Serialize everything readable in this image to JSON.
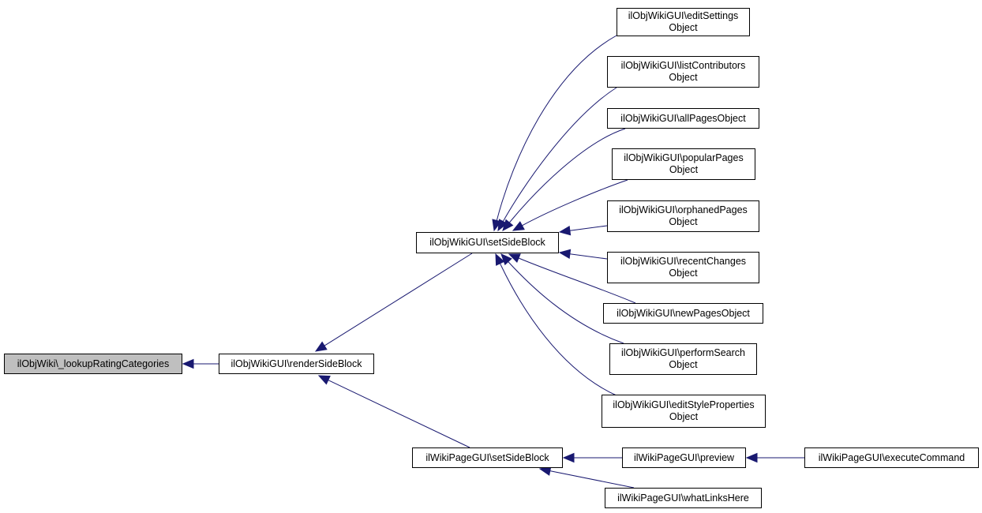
{
  "diagram": {
    "type": "call-graph",
    "edge_color": "#191970",
    "focus_fill": "#bfbfbf",
    "nodes": {
      "lookup": {
        "lines": [
          "ilObjWiki\\_lookupRatingCategories"
        ],
        "focus": true
      },
      "renderSideBlock": {
        "lines": [
          "ilObjWikiGUI\\renderSideBlock"
        ]
      },
      "objSetSideBlock": {
        "lines": [
          "ilObjWikiGUI\\setSideBlock"
        ]
      },
      "pageSetSideBlock": {
        "lines": [
          "ilWikiPageGUI\\setSideBlock"
        ]
      },
      "editSettings": {
        "lines": [
          "ilObjWikiGUI\\editSettings",
          "Object"
        ]
      },
      "listContributors": {
        "lines": [
          "ilObjWikiGUI\\listContributors",
          "Object"
        ]
      },
      "allPages": {
        "lines": [
          "ilObjWikiGUI\\allPagesObject"
        ]
      },
      "popularPages": {
        "lines": [
          "ilObjWikiGUI\\popularPages",
          "Object"
        ]
      },
      "orphanedPages": {
        "lines": [
          "ilObjWikiGUI\\orphanedPages",
          "Object"
        ]
      },
      "recentChanges": {
        "lines": [
          "ilObjWikiGUI\\recentChanges",
          "Object"
        ]
      },
      "newPages": {
        "lines": [
          "ilObjWikiGUI\\newPagesObject"
        ]
      },
      "performSearch": {
        "lines": [
          "ilObjWikiGUI\\performSearch",
          "Object"
        ]
      },
      "editStyleProperties": {
        "lines": [
          "ilObjWikiGUI\\editStyleProperties",
          "Object"
        ]
      },
      "preview": {
        "lines": [
          "ilWikiPageGUI\\preview"
        ]
      },
      "executeCommand": {
        "lines": [
          "ilWikiPageGUI\\executeCommand"
        ]
      },
      "whatLinksHere": {
        "lines": [
          "ilWikiPageGUI\\whatLinksHere"
        ]
      }
    },
    "edges": [
      {
        "from": "renderSideBlock",
        "to": "lookup"
      },
      {
        "from": "objSetSideBlock",
        "to": "renderSideBlock"
      },
      {
        "from": "pageSetSideBlock",
        "to": "renderSideBlock"
      },
      {
        "from": "editSettings",
        "to": "objSetSideBlock"
      },
      {
        "from": "listContributors",
        "to": "objSetSideBlock"
      },
      {
        "from": "allPages",
        "to": "objSetSideBlock"
      },
      {
        "from": "popularPages",
        "to": "objSetSideBlock"
      },
      {
        "from": "orphanedPages",
        "to": "objSetSideBlock"
      },
      {
        "from": "recentChanges",
        "to": "objSetSideBlock"
      },
      {
        "from": "newPages",
        "to": "objSetSideBlock"
      },
      {
        "from": "performSearch",
        "to": "objSetSideBlock"
      },
      {
        "from": "editStyleProperties",
        "to": "objSetSideBlock"
      },
      {
        "from": "preview",
        "to": "pageSetSideBlock"
      },
      {
        "from": "whatLinksHere",
        "to": "pageSetSideBlock"
      },
      {
        "from": "executeCommand",
        "to": "preview"
      }
    ]
  }
}
